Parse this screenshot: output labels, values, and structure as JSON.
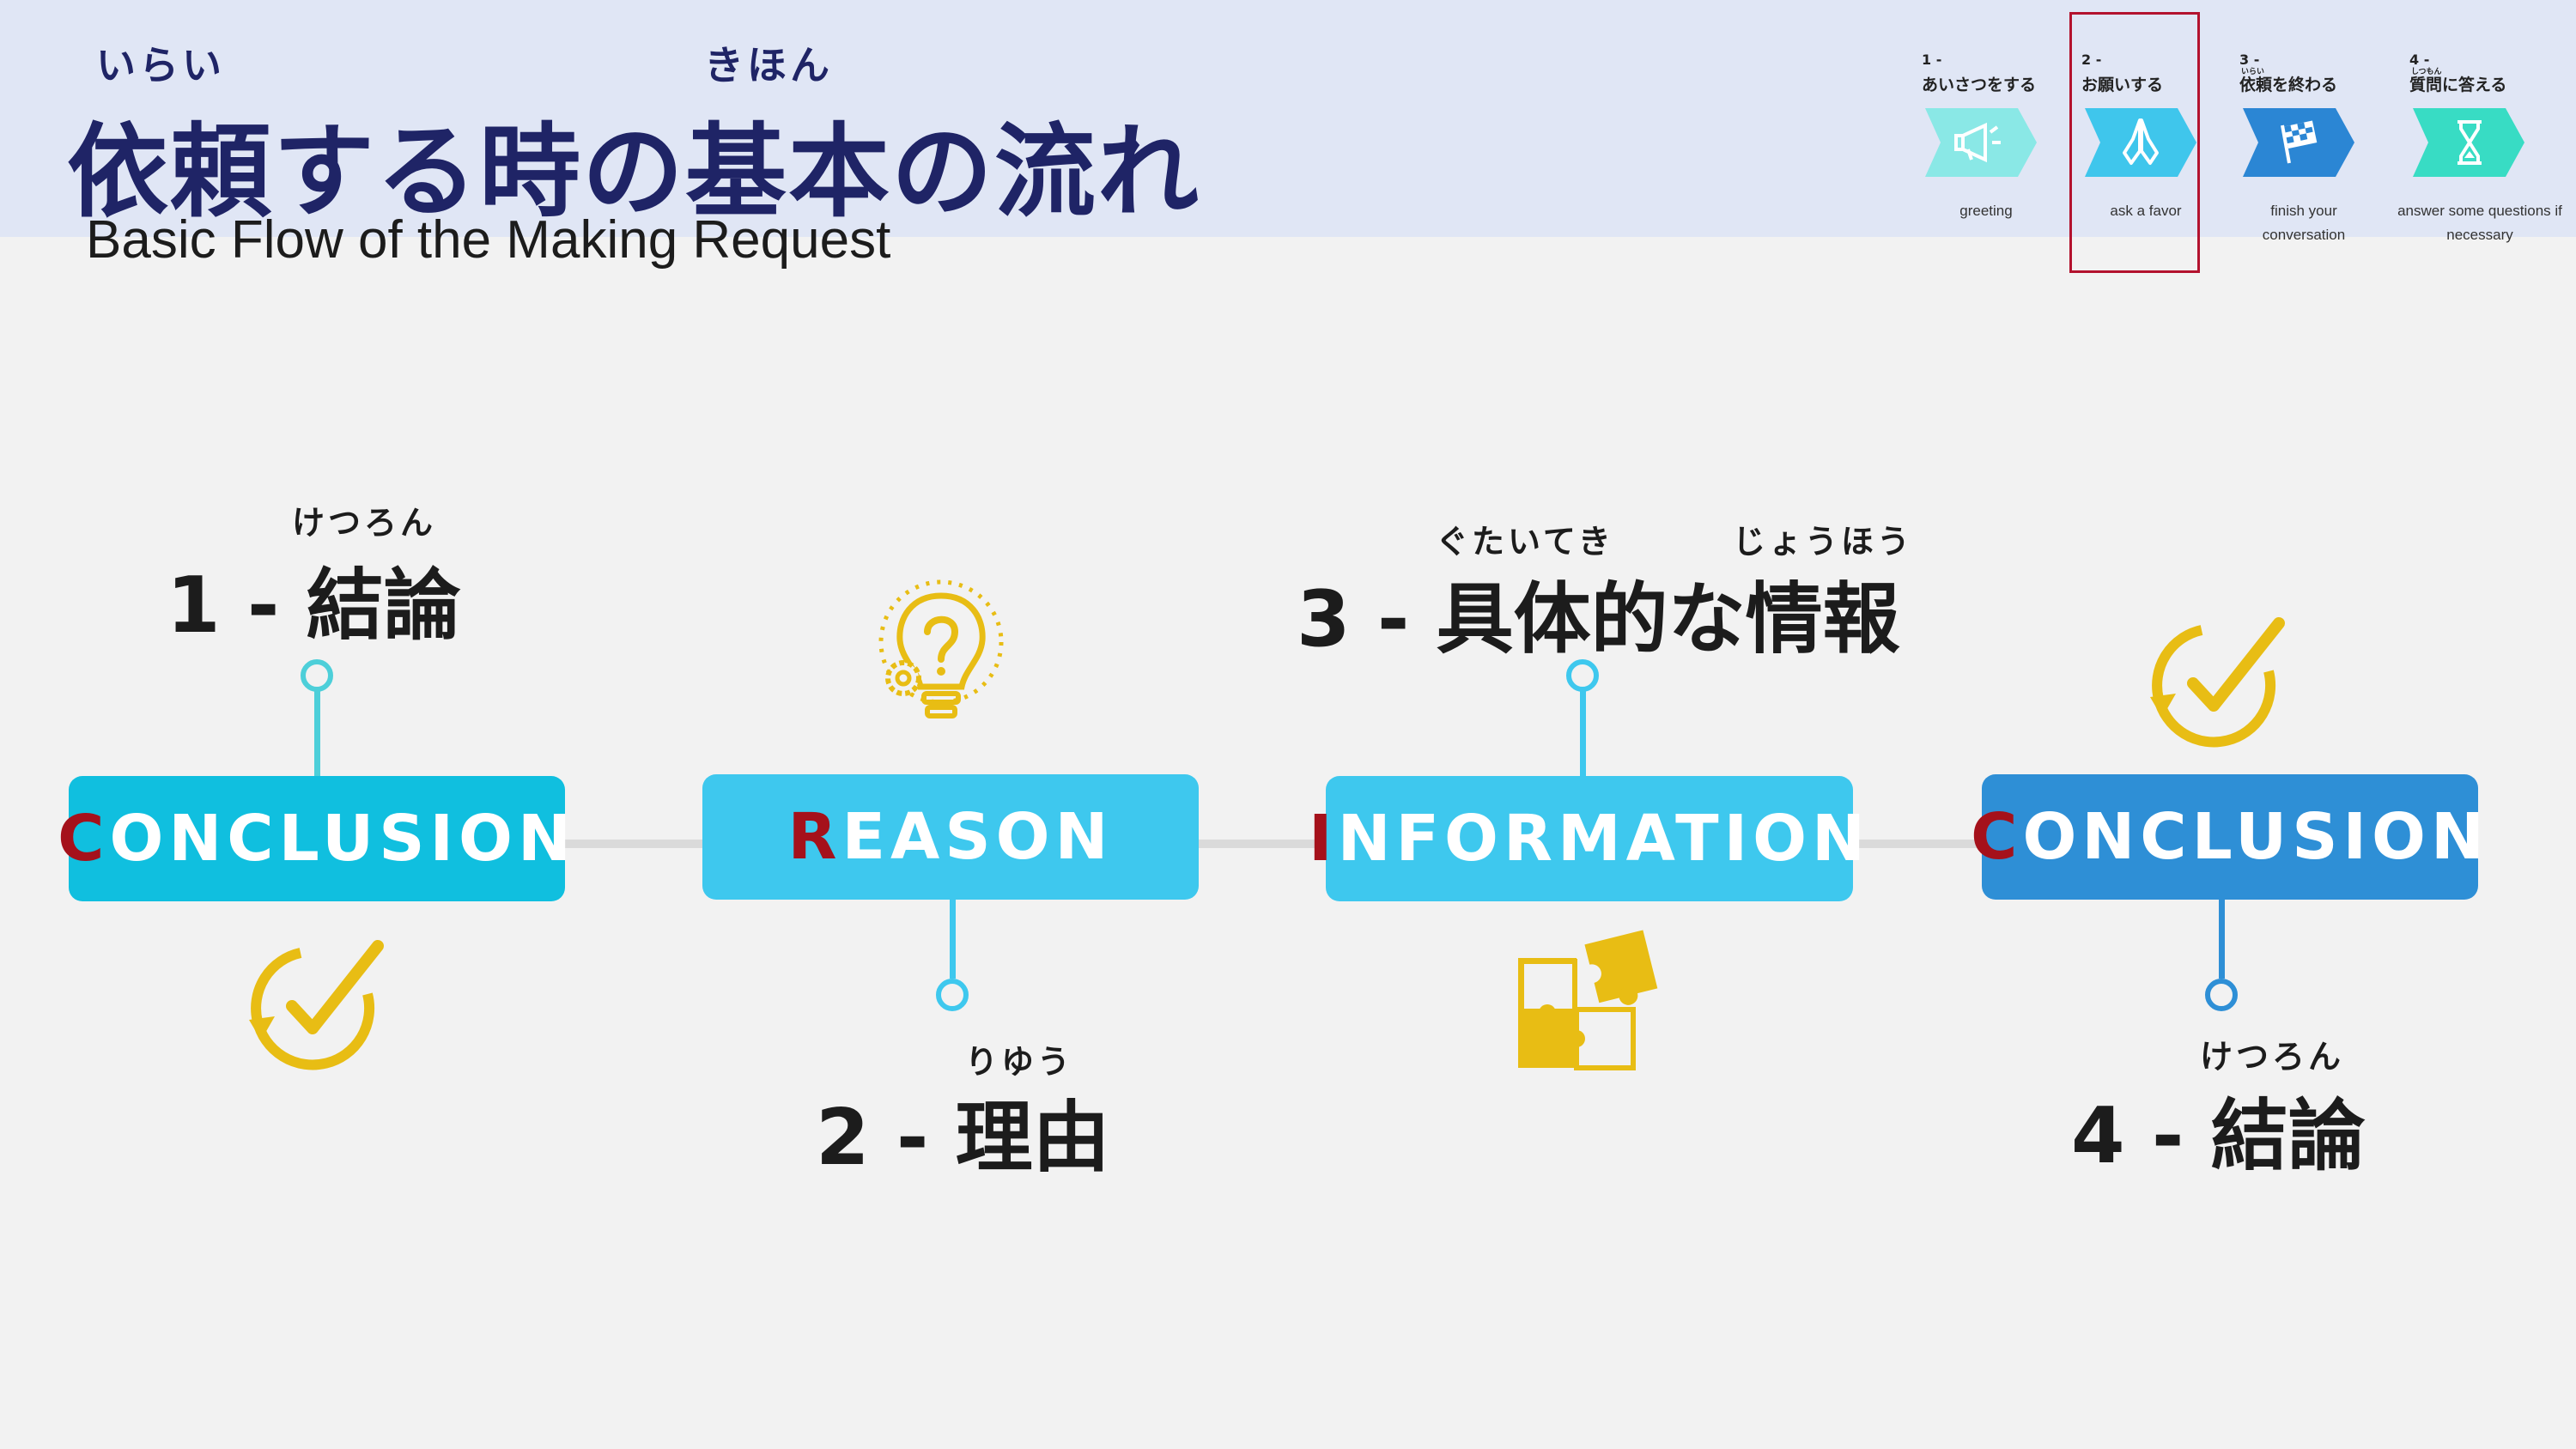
{
  "header": {
    "title_ruby_1": "いらい",
    "title_ruby_2": "きほん",
    "title": "依頼する時の基本の流れ",
    "subtitle": "Basic Flow of the Making Request"
  },
  "steps": [
    {
      "num": "1 -",
      "ruby": "",
      "label": "あいさつをする",
      "en": "greeting",
      "icon": "megaphone-icon",
      "color": "#8ae8e6",
      "active": false
    },
    {
      "num": "2 -",
      "ruby": "",
      "label": "お願いする",
      "en": "ask a favor",
      "icon": "praying-hands-icon",
      "color": "#3fc6ec",
      "active": true
    },
    {
      "num": "3 -",
      "ruby": "いらい",
      "label": "依頼を終わる",
      "en": "finish your conversation",
      "icon": "checkered-flag-icon",
      "color": "#2b86d4",
      "active": false
    },
    {
      "num": "4 -",
      "ruby": "しつもん",
      "label": "質問に答える",
      "en": "answer some questions if necessary",
      "icon": "hourglass-icon",
      "color": "#38dcc4",
      "active": false
    }
  ],
  "flow": [
    {
      "first": "C",
      "rest": "ONCLUSION",
      "color": "#10bfdf",
      "num_label": "1 - 結論",
      "ruby": "けつろん",
      "icon": "checkmark-circle-icon"
    },
    {
      "first": "R",
      "rest": "EASON",
      "color": "#3ec8ee",
      "num_label": "2 - 理由",
      "ruby": "りゆう",
      "icon": "lightbulb-question-icon"
    },
    {
      "first": "I",
      "rest": "NFORMATION",
      "color": "#3ec8ee",
      "num_label": "3 - 具体的な情報",
      "ruby": "ぐたいてき",
      "ruby2": "じょうほう",
      "icon": "puzzle-icon"
    },
    {
      "first": "C",
      "rest": "ONCLUSION",
      "color": "#2e8fd6",
      "num_label": "4 - 結論",
      "ruby": "けつろん",
      "icon": "checkmark-circle-icon"
    }
  ],
  "colors": {
    "accent_yellow": "#e8bd14",
    "highlight_red": "#b3122e",
    "title_navy": "#1f2466"
  }
}
